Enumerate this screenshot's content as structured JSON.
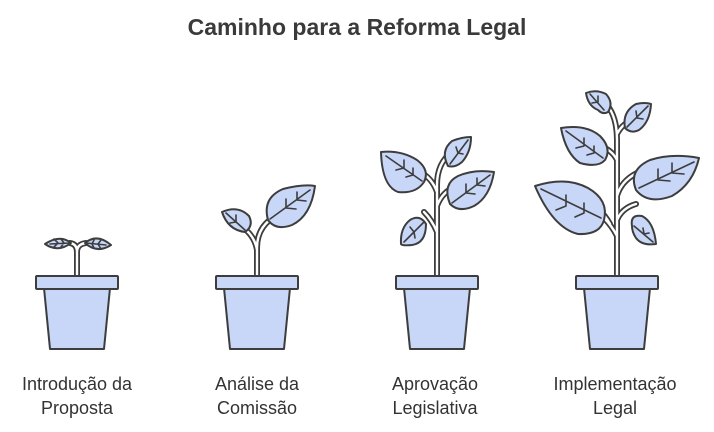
{
  "title": "Caminho para a Reforma Legal",
  "colors": {
    "fill": "#c8d6f7",
    "stroke": "#3d3d3d",
    "background": "#ffffff"
  },
  "stages": [
    {
      "line1": "Introdução da",
      "line2": "Proposta"
    },
    {
      "line1": "Análise da",
      "line2": "Comissão"
    },
    {
      "line1": "Aprovação",
      "line2": "Legislativa"
    },
    {
      "line1": "Implementação",
      "line2": "Legal"
    }
  ]
}
